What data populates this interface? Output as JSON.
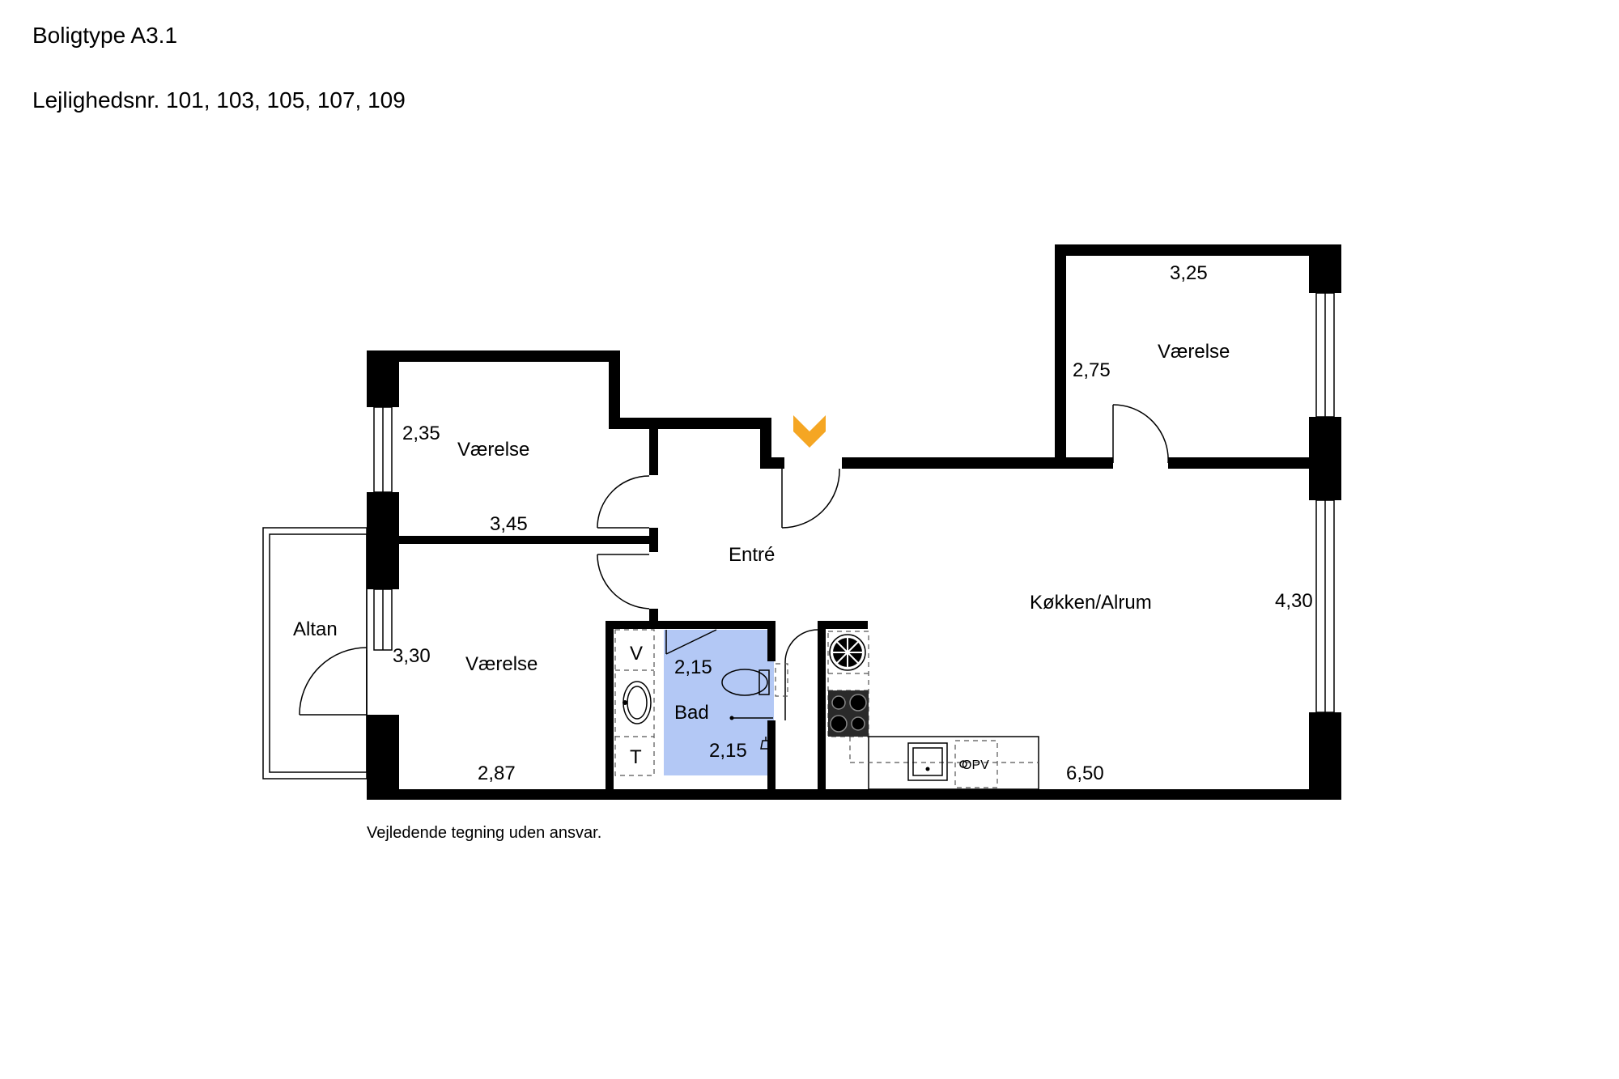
{
  "header": {
    "type_label": "Boligtype A3.1",
    "apartment_numbers": "Lejlighedsnr. 101, 103, 105, 107, 109"
  },
  "rooms": {
    "room_top_left": {
      "name": "Værelse",
      "dim_a": "2,35",
      "dim_b": "3,45"
    },
    "room_bottom_left": {
      "name": "Værelse",
      "dim_a": "3,30",
      "dim_b": "2,87"
    },
    "room_top_right": {
      "name": "Værelse",
      "dim_a": "3,25",
      "dim_b": "2,75"
    },
    "entrance": {
      "name": "Entré"
    },
    "kitchen_living": {
      "name": "Køkken/Alrum",
      "dim_a": "4,30",
      "dim_b": "6,50"
    },
    "bathroom": {
      "name": "Bad",
      "dim_a": "2,15",
      "dim_b": "2,15"
    },
    "balcony": {
      "name": "Altan"
    }
  },
  "fixtures": {
    "washer": "V",
    "dryer": "T",
    "dishwasher": "OPV"
  },
  "footer": {
    "disclaimer": "Vejledende tegning uden ansvar."
  },
  "colors": {
    "wall": "#000000",
    "bathroom_fill": "#b3c8f5",
    "entrance_marker": "#f5a623"
  }
}
